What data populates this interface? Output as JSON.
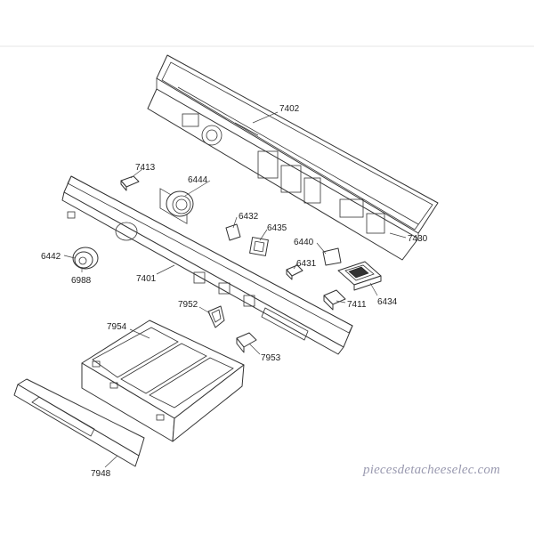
{
  "labels": {
    "l7402": "7402",
    "l7413": "7413",
    "l6444": "6444",
    "l6432": "6432",
    "l6435": "6435",
    "l6440": "6440",
    "l7430": "7430",
    "l6442": "6442",
    "l6988": "6988",
    "l7401": "7401",
    "l6431": "6431",
    "l6434": "6434",
    "l7411": "7411",
    "l7952": "7952",
    "l7954": "7954",
    "l7953": "7953",
    "l7948": "7948"
  },
  "watermark": "piecesdetacheeselec.com"
}
